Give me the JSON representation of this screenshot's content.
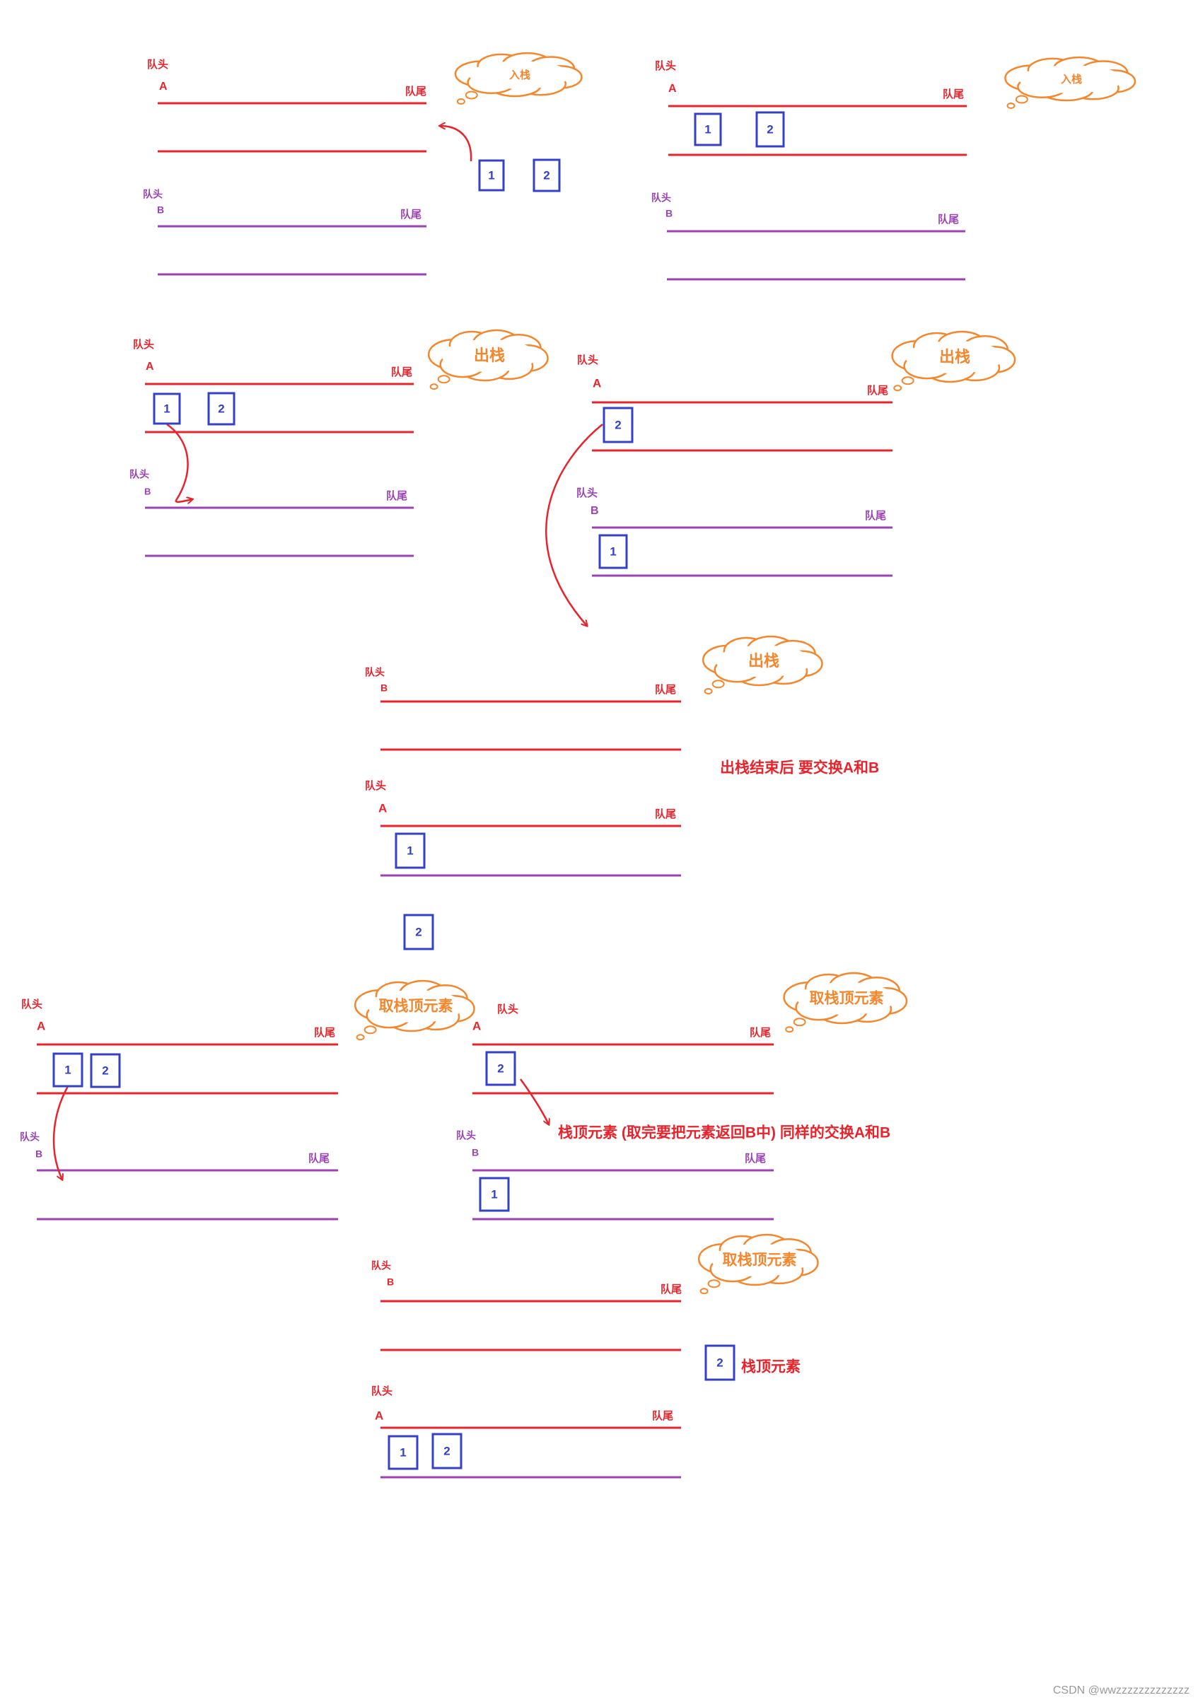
{
  "labels": {
    "head": "队头",
    "tail": "队尾",
    "queue_a": "A",
    "queue_b": "B"
  },
  "elements": {
    "one": "1",
    "two": "2"
  },
  "bubbles": {
    "push": "入栈",
    "pop": "出栈",
    "top": "取栈顶元素"
  },
  "notes": {
    "swap_after_pop": "出栈结束后 要交换A和B",
    "top_return_swap": "栈顶元素 (取完要把元素返回B中) 同样的交换A和B",
    "top_element": "栈顶元素"
  },
  "watermark": "CSDN @wwzzzzzzzzzzzzz",
  "colors": {
    "red": "#e8232b",
    "purple": "#9b42b4",
    "blue": "#3440c8",
    "orange": "#f5862b"
  }
}
